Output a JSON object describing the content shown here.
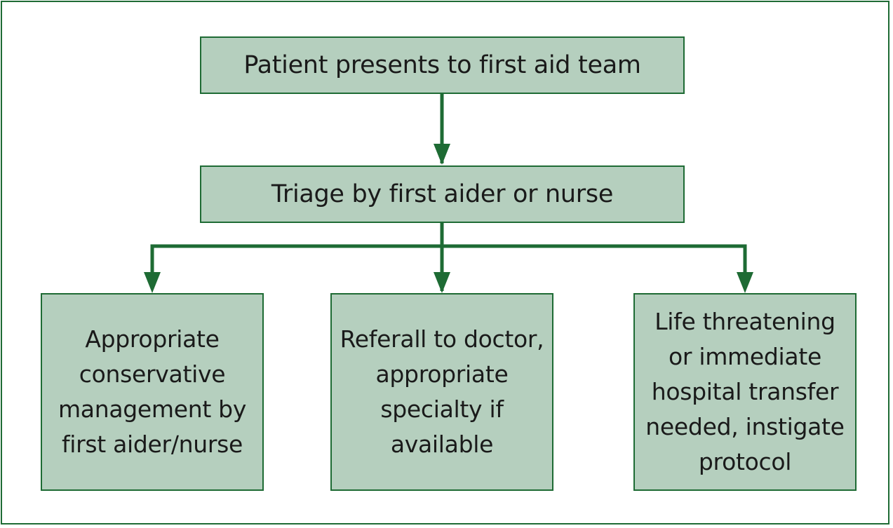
{
  "diagram": {
    "colors": {
      "box_fill": "#b5cfbe",
      "line": "#1e6b34",
      "text": "#1a1a1a"
    },
    "nodes": {
      "start": {
        "text": "Patient presents to first aid team"
      },
      "triage": {
        "text": "Triage by first aider or nurse"
      },
      "conservative": {
        "text": "Appropriate\nconservative\nmanagement by\nfirst aider/nurse"
      },
      "referral": {
        "text": "Referall to doctor,\nappropriate\nspecialty if\navailable"
      },
      "emergency": {
        "text": "Life threatening\nor immediate\nhospital transfer\nneeded, instigate\nprotocol"
      }
    },
    "edges": [
      {
        "from": "start",
        "to": "triage"
      },
      {
        "from": "triage",
        "to": "conservative"
      },
      {
        "from": "triage",
        "to": "referral"
      },
      {
        "from": "triage",
        "to": "emergency"
      }
    ]
  }
}
